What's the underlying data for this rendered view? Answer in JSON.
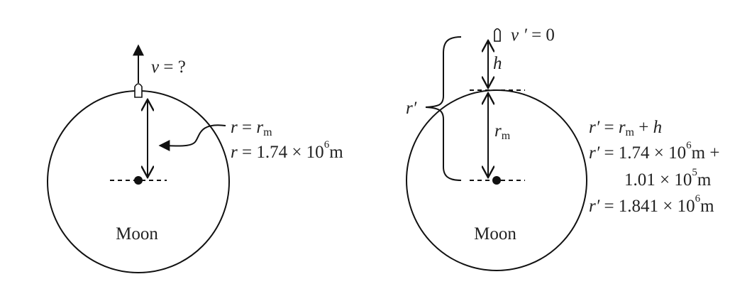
{
  "left": {
    "velocity_label": {
      "var": "v",
      "eq": " = ?"
    },
    "radius_label_1": {
      "var": "r",
      "eq": " = ",
      "var2": "r",
      "sub": "m"
    },
    "radius_label_2": {
      "var": "r",
      "eq": " = 1.74 × 10",
      "sup": "6",
      "unit": "m"
    },
    "body_label": "Moon"
  },
  "right": {
    "velocity_label": {
      "var": "v ′",
      "eq": " = 0"
    },
    "h_label": "h",
    "rm_label": {
      "var": "r",
      "sub": "m"
    },
    "brace_label": "r′",
    "eq1": {
      "var": "r′",
      "eq": " = ",
      "var2": "r",
      "sub": "m",
      "plus": " + ",
      "var3": "h"
    },
    "eq2": {
      "var": "r′",
      "eq": " = 1.74 × 10",
      "sup": "6",
      "unit": "m +"
    },
    "eq3": {
      "text": "1.01 × 10",
      "sup": "5",
      "unit": "m"
    },
    "eq4": {
      "var": "r′",
      "eq": " = 1.841 × 10",
      "sup": "6",
      "unit": "m"
    },
    "body_label": "Moon"
  }
}
